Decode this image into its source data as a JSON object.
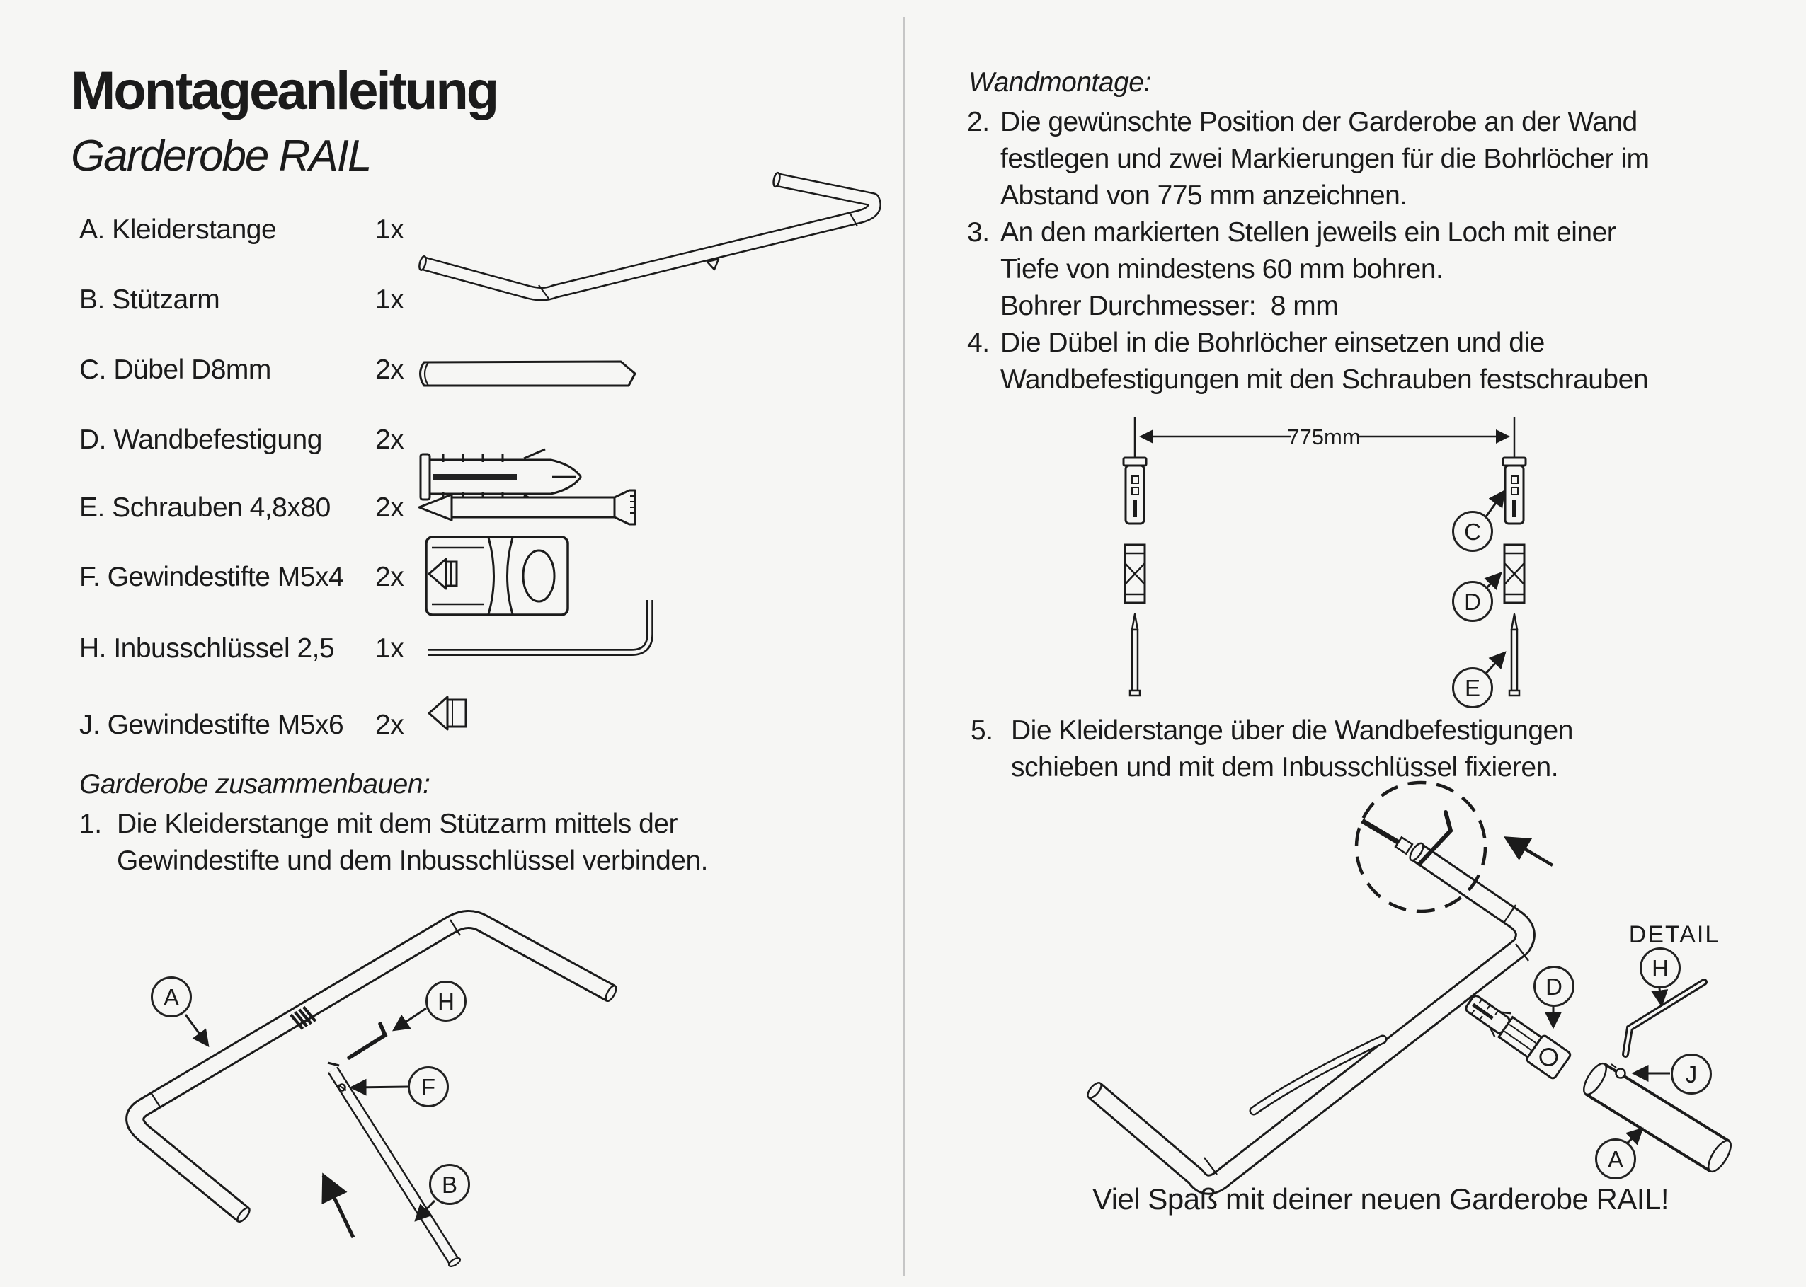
{
  "page": {
    "title": "Montageanleitung",
    "subtitle": "Garderobe RAIL",
    "closing": "Viel Spaß mit deiner neuen Garderobe RAIL!"
  },
  "parts": [
    {
      "label": "A. Kleiderstange",
      "qty": "1x"
    },
    {
      "label": "B. Stützarm",
      "qty": "1x"
    },
    {
      "label": "C. Dübel D8mm",
      "qty": "2x"
    },
    {
      "label": "D. Wandbefestigung",
      "qty": "2x"
    },
    {
      "label": "E. Schrauben 4,8x80",
      "qty": "2x"
    },
    {
      "label": "F. Gewindestifte M5x4",
      "qty": "2x"
    },
    {
      "label": "H. Inbusschlüssel 2,5",
      "qty": "1x"
    },
    {
      "label": "J. Gewindestifte M5x6",
      "qty": "2x"
    }
  ],
  "assembly": {
    "heading": "Garderobe zusammenbauen:",
    "step": {
      "num": "1.",
      "lines": [
        "Die Kleiderstange mit dem Stützarm mittels der",
        "Gewindestifte und dem Inbusschlüssel verbinden."
      ]
    },
    "callouts": {
      "a": "A",
      "h": "H",
      "f": "F",
      "b": "B"
    }
  },
  "wall": {
    "heading": "Wandmontage:",
    "steps": [
      {
        "num": "2.",
        "lines": [
          "Die gewünschte Position der Garderobe an der Wand",
          "festlegen und zwei Markierungen für die Bohrlöcher im",
          "Abstand von 775 mm anzeichnen."
        ]
      },
      {
        "num": "3.",
        "lines": [
          "An den markierten Stellen jeweils ein Loch mit einer",
          "Tiefe von mindestens 60 mm bohren.",
          "Bohrer Durchmesser:  8 mm"
        ]
      },
      {
        "num": "4.",
        "lines": [
          "Die Dübel in die Bohrlöcher einsetzen und die",
          "Wandbefestigungen mit den Schrauben festschrauben"
        ]
      },
      {
        "num": "5.",
        "lines": [
          "Die Kleiderstange über die Wandbefestigungen",
          "schieben und mit dem Inbusschlüssel fixieren."
        ]
      }
    ],
    "dimension_label": "775mm",
    "callouts": {
      "c": "C",
      "d": "D",
      "e": "E"
    }
  },
  "detail": {
    "label": "DETAIL",
    "callouts": {
      "d": "D",
      "h": "H",
      "j": "J",
      "a": "A"
    }
  }
}
